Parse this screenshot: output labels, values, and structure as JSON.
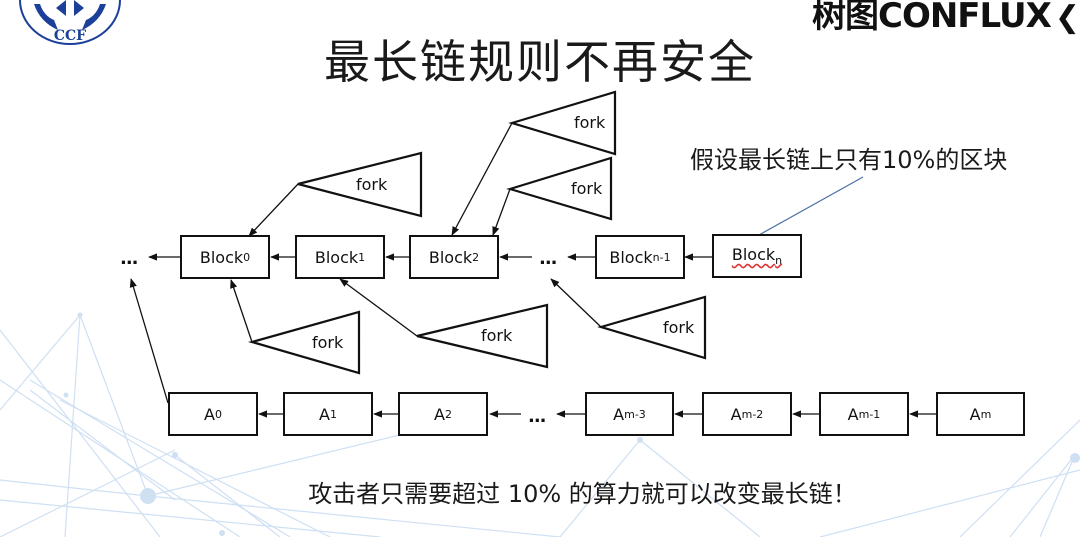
{
  "slide": {
    "title": "最长链规则不再安全",
    "note": "假设最长链上只有10%的区块",
    "caption": "攻击者只需要超过 10% 的算力就可以改变最长链！",
    "logos": {
      "left": {
        "icon": "ccf-logo-icon",
        "text": "CCF"
      },
      "right": {
        "icon": "conflux-logo-icon",
        "text": "树图CONFLUX"
      }
    },
    "colors": {
      "ccf_blue": "#1c3f9a",
      "ink": "#111111",
      "note_line": "#4a6fa5",
      "bg_network": "#c9dcf2"
    }
  },
  "main_chain": {
    "leading_ellipsis": "...",
    "middle_ellipsis": "...",
    "blocks": [
      {
        "base": "Block",
        "sub": "0"
      },
      {
        "base": "Block",
        "sub": "1"
      },
      {
        "base": "Block",
        "sub": "2"
      },
      {
        "base": "Block",
        "sub": "n-1"
      },
      {
        "base": "Block",
        "sub": "n"
      }
    ]
  },
  "attack_chain": {
    "middle_ellipsis": "...",
    "blocks": [
      {
        "base": "A",
        "sub": "0"
      },
      {
        "base": "A",
        "sub": "1"
      },
      {
        "base": "A",
        "sub": "2"
      },
      {
        "base": "A",
        "sub": "m-3"
      },
      {
        "base": "A",
        "sub": "m-2"
      },
      {
        "base": "A",
        "sub": "m-1"
      },
      {
        "base": "A",
        "sub": "m"
      }
    ]
  },
  "forks": [
    {
      "label": "fork",
      "attached_to": "Block0"
    },
    {
      "label": "fork",
      "attached_to": "Block2"
    },
    {
      "label": "fork",
      "attached_to": "Block2"
    },
    {
      "label": "fork",
      "attached_to": "Block0"
    },
    {
      "label": "fork",
      "attached_to": "Block1"
    },
    {
      "label": "fork",
      "attached_to": "..."
    }
  ]
}
